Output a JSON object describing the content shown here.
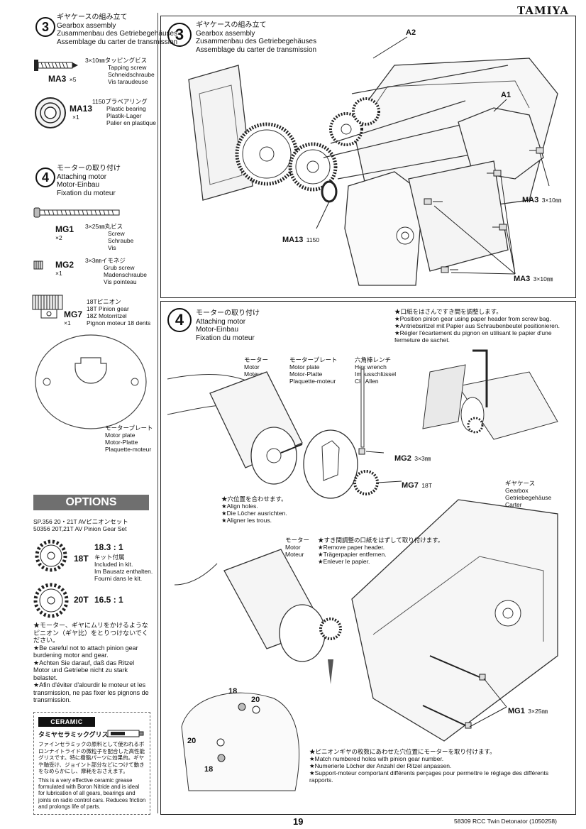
{
  "brand": "TAMIYA",
  "page_number": "19",
  "footer_text": "58309  RCC Twin Detonator (1050258)",
  "left": {
    "step3": {
      "num": "3",
      "jp": "ギヤケースの組み立て",
      "en": "Gearbox assembly",
      "de": "Zusammenbau des Getriebegehäuses",
      "fr": "Assemblage du carter de transmission"
    },
    "ma3": {
      "code": "MA3",
      "qty": "×5",
      "jp": "3×10㎜タッピングビス",
      "en": "Tapping screw",
      "de": "Schneidschraube",
      "fr": "Vis taraudeuse"
    },
    "ma13": {
      "code": "MA13",
      "qty": "×1",
      "num": "1150",
      "jp": "プラベアリング",
      "en": "Plastic bearing",
      "de": "Plastik-Lager",
      "fr": "Palier en plastique"
    },
    "step4": {
      "num": "4",
      "jp": "モーターの取り付け",
      "en": "Attaching motor",
      "de": "Motor-Einbau",
      "fr": "Fixation du moteur"
    },
    "mg1": {
      "code": "MG1",
      "qty": "×2",
      "jp": "3×25㎜丸ビス",
      "en": "Screw",
      "de": "Schraube",
      "fr": "Vis"
    },
    "mg2": {
      "code": "MG2",
      "qty": "×1",
      "jp": "3×3㎜イモネジ",
      "en": "Grub screw",
      "de": "Madenschraube",
      "fr": "Vis pointeau"
    },
    "mg7": {
      "code": "MG7",
      "qty": "×1",
      "jp": "18Tピニオン",
      "en": "18T Pinion gear",
      "de": "18Z Motorritzel",
      "fr": "Pignon moteur 18 dents"
    },
    "motor_plate": {
      "jp": "モータープレート",
      "en": "Motor plate",
      "de": "Motor-Platte",
      "fr": "Plaquette-moteur"
    },
    "options": {
      "heading": "OPTIONS",
      "line1": "SP.356 20・21T AVピニオンセット",
      "line2": "50356 20T,21T AV Pinion Gear Set",
      "gear18_teeth": "18T",
      "gear18_ratio": "18.3 : 1",
      "gear18_jp": "キット付属",
      "gear18_en": "Included in kit.",
      "gear18_de": "Im Bausatz enthalten.",
      "gear18_fr": "Fourni dans le kit.",
      "gear20_teeth": "20T",
      "gear20_ratio": "16.5 : 1",
      "warn_jp": "★モーター、ギヤにムリをかけるようなピニオン（ギヤ比）をとりつけないでください。",
      "warn_en": "★Be careful not to attach pinion gear burdening motor and gear.",
      "warn_de": "★Achten Sie darauf, daß das Ritzel Motor und Getriebe nicht zu stark belastet.",
      "warn_fr": "★Afin d'éviter d'alourdir le moteur et les transmission, ne pas fixer les pignons de transmission."
    },
    "grease": {
      "banner": "CERAMIC GREASE",
      "jp_title": "タミヤセラミックグリス",
      "jp_body": "ファインセラミックの原料として使われるボロンナイトライドの微粒子を配合した高性能グリスです。特に樹脂パーツに効果的。ギヤや軸受け、ジョイント部分などにつけて動きをなめらかにし、摩耗をおさえます。",
      "en_body": "This is a very effective ceramic grease formulated with Boron Nitride and is ideal for lubrication of all gears, bearings and joints on radio control cars. Reduces friction and prolongs life of parts."
    }
  },
  "right": {
    "step3": {
      "num": "3",
      "jp": "ギヤケースの組み立て",
      "en": "Gearbox assembly",
      "de": "Zusammenbau des Getriebegehäuses",
      "fr": "Assemblage du carter de transmission",
      "labels": {
        "a2": "A2",
        "a1": "A1",
        "ma3_top": "MA3",
        "ma3_top_size": "3×10㎜",
        "ma13": "MA13",
        "ma13_num": "1150",
        "ma3_bottom": "MA3",
        "ma3_bottom_size": "3×10㎜"
      }
    },
    "step4": {
      "num": "4",
      "jp": "モーターの取り付け",
      "en": "Attaching motor",
      "de": "Motor-Einbau",
      "fr": "Fixation du moteur",
      "note_jp": "★口紙をはさんですき間を調整します。",
      "note_en": "★Position pinion gear using paper header from screw bag.",
      "note_de": "★Antriebsritzel mit Papier aus Schraubenbeutel positionieren.",
      "note_fr": "★Régler l'écartement du pignon en utilisant le papier d'une fermeture de sachet.",
      "motor": {
        "jp": "モーター",
        "en": "Motor",
        "de": "Moteur"
      },
      "plate": {
        "jp": "モータープレート",
        "en": "Motor plate",
        "de": "Motor-Platte",
        "fr": "Plaquette-moteur"
      },
      "wrench": {
        "jp": "六角棒レンチ",
        "en": "Hex wrench",
        "de": "Imbusschlüssel",
        "fr": "Clé Allen"
      },
      "mg2": "MG2",
      "mg2_size": "3×3㎜",
      "mg7": "MG7",
      "mg7_size": "18T",
      "align_jp": "★穴位置を合わせます。",
      "align_en": "★Align holes.",
      "align_de": "★Die Löcher ausrichten.",
      "align_fr": "★Aligner les trous.",
      "gearbox": {
        "jp": "ギヤケース",
        "en": "Gearbox",
        "de": "Getriebegehäuse",
        "fr": "Carter"
      },
      "motor2": {
        "jp": "モーター",
        "en": "Motor",
        "de": "Moteur"
      },
      "remove_jp": "★すき間調整の口紙をはずして取り付けます。",
      "remove_en": "★Remove paper header.",
      "remove_de": "★Trägerpapier entfernen.",
      "remove_fr": "★Enlever le papier.",
      "mg1": "MG1",
      "mg1_size": "3×25㎜",
      "n18": "18",
      "n20": "20",
      "holes_jp": "★ピニオンギヤの枚数にあわせた穴位置にモーターを取り付けます。",
      "holes_en": "★Match numbered holes with pinion gear number.",
      "holes_de": "★Numerierte Löcher der Anzahl der Ritzel anpassen.",
      "holes_fr": "★Support-moteur comportant différents perçages pour permettre le réglage des différents rapports."
    }
  }
}
